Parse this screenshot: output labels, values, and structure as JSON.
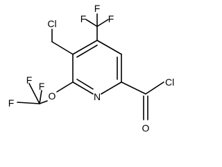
{
  "atoms": {
    "ring_nitrogen": "N",
    "ether_oxygen": "O",
    "carbonyl_oxygen": "O",
    "acyl_chlorine": "Cl",
    "chloromethyl_chlorine": "Cl",
    "trifluoromethyl_top_f_left": "F",
    "trifluoromethyl_top_f_mid": "F",
    "trifluoromethyl_top_f_right": "F",
    "trifluoromethoxy_f_top_left": "F",
    "trifluoromethoxy_f_top_right": "F",
    "trifluoromethoxy_f_left": "F"
  },
  "colors": {
    "bond": "#000000",
    "label": "#000000",
    "background": "#ffffff"
  }
}
